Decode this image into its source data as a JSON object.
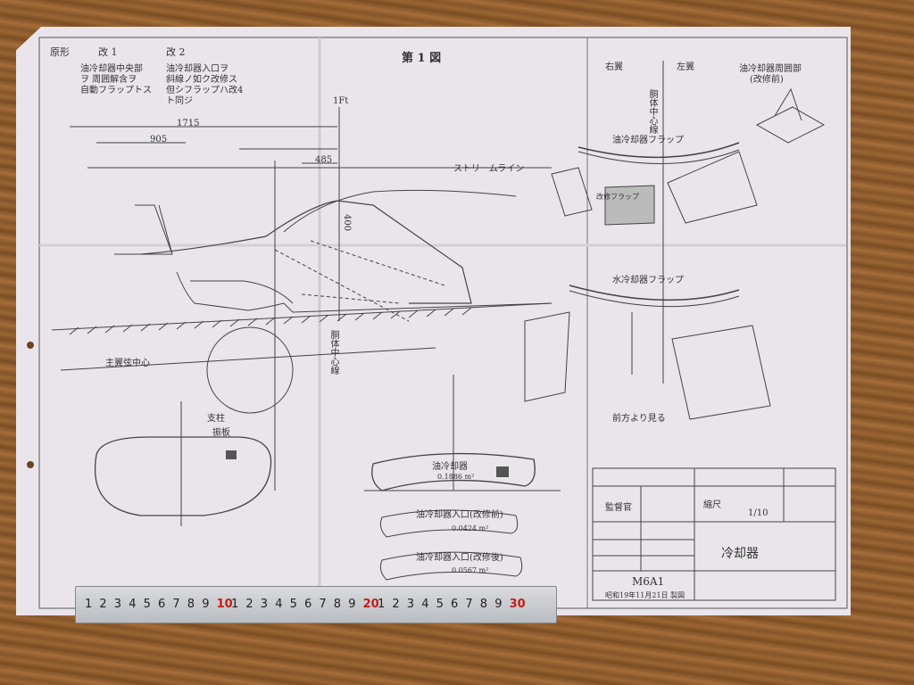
{
  "drawing": {
    "sheet_number": "第 1 図",
    "revision_header": "原形",
    "revisions": [
      "改 1",
      "改 2"
    ],
    "notes_left": [
      "油冷却器中央部",
      "ヲ 周囲解含ヲ",
      "自動フラップトス"
    ],
    "notes_right": [
      "油冷却器入口ヲ",
      "斜線ノ如ク改修ス",
      "但シフラップハ改4",
      "ト同ジ"
    ],
    "top_labels": {
      "left_wing": "右翼",
      "right_wing": "左翼",
      "center_axis": "胴体中心線"
    },
    "dimensions": [
      "1715",
      "905",
      "485",
      "1Ft",
      "400"
    ],
    "stream_line": "ストリームライン",
    "ground_line": "主翼弦中心",
    "center_label": "胴体中心線",
    "flap_labels": [
      "油冷却器フラップ",
      "改修フラップ",
      "水冷却器フラップ"
    ],
    "section_labels": [
      "油冷却器",
      "油冷却器入口(改修前)",
      "油冷却器入口(改修後)"
    ],
    "section_areas": [
      "0.1886 m²",
      "0.0424 m²",
      "0.0567 m²"
    ],
    "small_labels": [
      "支柱",
      "振板",
      "前方より見る",
      "油冷却器周囲部(改修前)"
    ],
    "corner_label": "油冷却器周囲部",
    "corner_sub": "(改修前)"
  },
  "title_block": {
    "approver": "監督官",
    "scale_label": "縮尺",
    "scale_value": "1/10",
    "title": "冷却器",
    "model": "M6A1",
    "date": "昭和19年11月21日 製図"
  },
  "ruler": {
    "numbers": [
      "1",
      "2",
      "3",
      "4",
      "5",
      "6",
      "7",
      "8",
      "9",
      "10",
      "1",
      "2",
      "3",
      "4",
      "5",
      "6",
      "7",
      "8",
      "9",
      "20",
      "1",
      "2",
      "3",
      "4",
      "5",
      "6",
      "7",
      "8",
      "9",
      "30"
    ],
    "red_numbers": [
      "10",
      "20",
      "30"
    ]
  },
  "colors": {
    "paper": "#e9e5ea",
    "ink": "#333333",
    "wood": "#8a5a2b",
    "ruler": "#c9ccd0",
    "ruler_red": "#c0201a"
  }
}
